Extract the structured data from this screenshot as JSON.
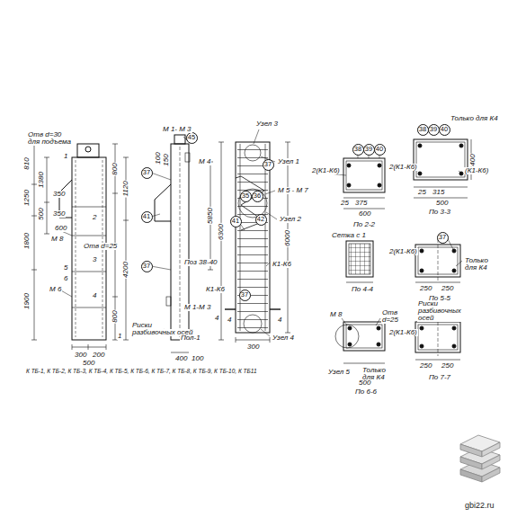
{
  "diagram": {
    "nodes": [
      {
        "text": [
          "45"
        ]
      },
      {
        "text": [
          "37"
        ]
      },
      {
        "text": [
          "41"
        ]
      },
      {
        "text": [
          "35"
        ]
      },
      {
        "text": [
          "36"
        ]
      },
      {
        "text": [
          "37"
        ]
      },
      {
        "text": [
          "41"
        ]
      },
      {
        "text": [
          "42"
        ]
      },
      {
        "text": [
          "37"
        ]
      },
      {
        "text": [
          "37"
        ]
      },
      {
        "text": [
          "38"
        ]
      },
      {
        "text": [
          "39"
        ]
      },
      {
        "text": [
          "40"
        ]
      },
      {
        "text": [
          "38"
        ]
      },
      {
        "text": [
          "39"
        ]
      },
      {
        "text": [
          "40"
        ]
      },
      {
        "text": [
          "37"
        ]
      }
    ],
    "labels": [
      "Отв d=30",
      "для подъема",
      "810",
      "1250",
      "1800",
      "1900",
      "1380",
      "500",
      "350",
      "350",
      "600",
      "М 8",
      "Отв d=25",
      "1",
      "2",
      "3",
      "4",
      "5",
      "6",
      "М 6",
      "800",
      "1120",
      "4200",
      "800",
      "300",
      "200",
      "500",
      "1",
      "К ТБ-1, К ТБ-2, К ТБ-3, К ТБ-4, К ТБ-5, К ТБ-6, К ТБ-7, К ТБ-8, К ТБ-9, К ТБ-10, К ТБ11",
      "М 1- М 3",
      "М 4",
      "100",
      "150",
      "6300",
      "5850",
      "Поз 38-40",
      "К1-К6",
      "М 1-М 3",
      "Риски",
      "разбивочных осей",
      "Пол-1",
      "400",
      "100",
      "4",
      "4",
      "Узел 3",
      "Узел 1",
      "М 5 - М 7",
      "Узел 2",
      "6000",
      "К1-К6",
      "4",
      "Узел 4",
      "300",
      "2(К1-К6)",
      "25",
      "375",
      "600",
      "По 2-2",
      "Только для К4",
      "2(К1-К6)",
      "(К1-К6)",
      "25",
      "315",
      "500",
      "По 3-3",
      "Сетка с 1",
      "По 4-4",
      "2(К1-К6)",
      "Только для К4",
      "250",
      "250",
      "По 5-5",
      "М 8",
      "Отв d=25",
      "Только для К4",
      "Узел 5",
      "500",
      "По 6-6",
      "Риски разбивочных осей",
      "2(К1-К6)",
      "250",
      "250",
      "По 7-7",
      "400",
      "gbi22.ru"
    ]
  }
}
